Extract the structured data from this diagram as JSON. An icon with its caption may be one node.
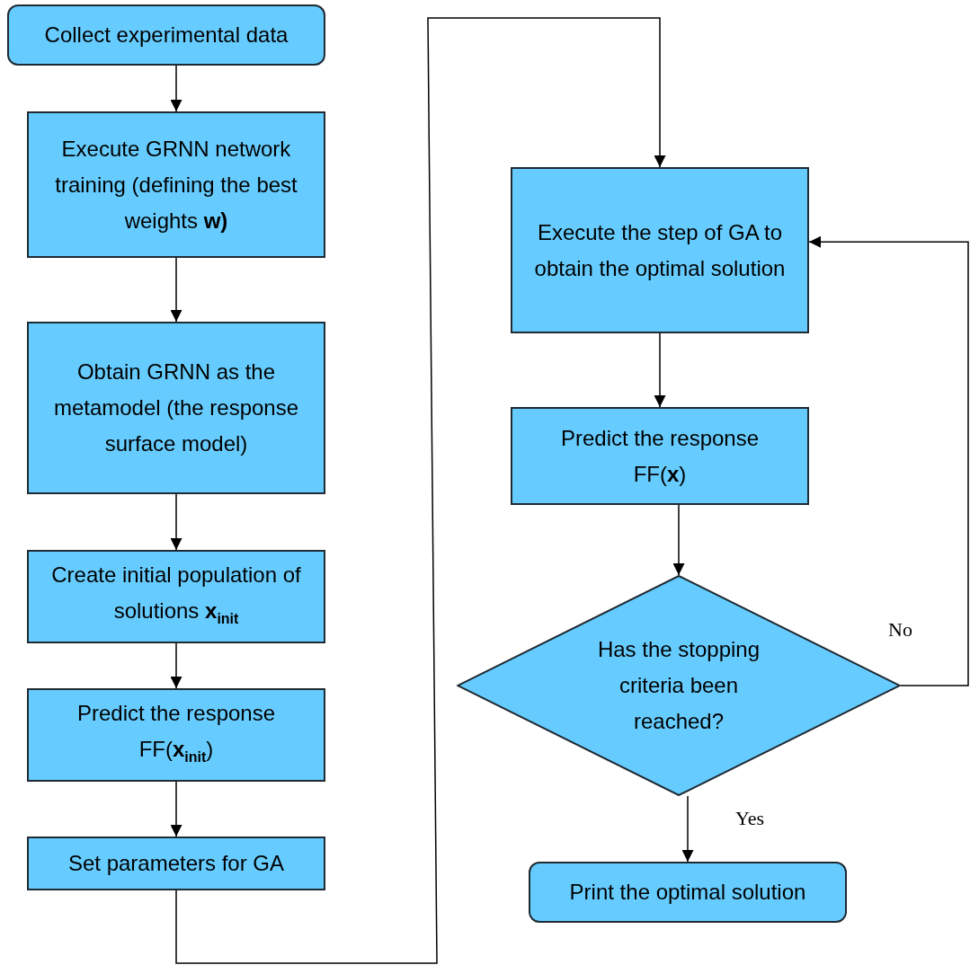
{
  "diagram": {
    "nodes": [
      {
        "text": [
          "Collect experimental data"
        ]
      },
      {
        "text": [
          "Execute GRNN network training (defining the best weights **w)**"
        ]
      },
      {
        "text": [
          "Obtain GRNN as the metamodel (the response surface model)"
        ]
      },
      {
        "text": [
          "Create initial population of solutions  **x**$_{init}$"
        ]
      },
      {
        "text": [
          "Predict the response FF(**x**$_{init}$)"
        ]
      },
      {
        "text": [
          "Set parameters for GA"
        ]
      },
      {
        "text": [
          "Execute the step of GA to obtain the optimal solution"
        ]
      },
      {
        "text": [
          "Predict the response FF(**x**)"
        ]
      },
      {
        "text": [
          "Has the stopping criteria been reached?"
        ]
      },
      {
        "text": [
          "Print the optimal solution"
        ]
      }
    ],
    "edges": [
      {
        "from": 0,
        "to": 1,
        "arrow": "to"
      },
      {
        "from": 1,
        "to": 2,
        "arrow": "to"
      },
      {
        "from": 2,
        "to": 3,
        "arrow": "to"
      },
      {
        "from": 3,
        "to": 4,
        "arrow": "to"
      },
      {
        "from": 4,
        "to": 5,
        "arrow": "to"
      },
      {
        "from": 5,
        "to": 6,
        "arrow": "to"
      },
      {
        "from": 6,
        "to": 7,
        "arrow": "to"
      },
      {
        "from": 7,
        "to": 8,
        "arrow": "to"
      },
      {
        "from": 8,
        "to": 6,
        "arrow": "to",
        "label": "No"
      },
      {
        "from": 8,
        "to": 9,
        "arrow": "to",
        "label": "Yes"
      }
    ]
  }
}
